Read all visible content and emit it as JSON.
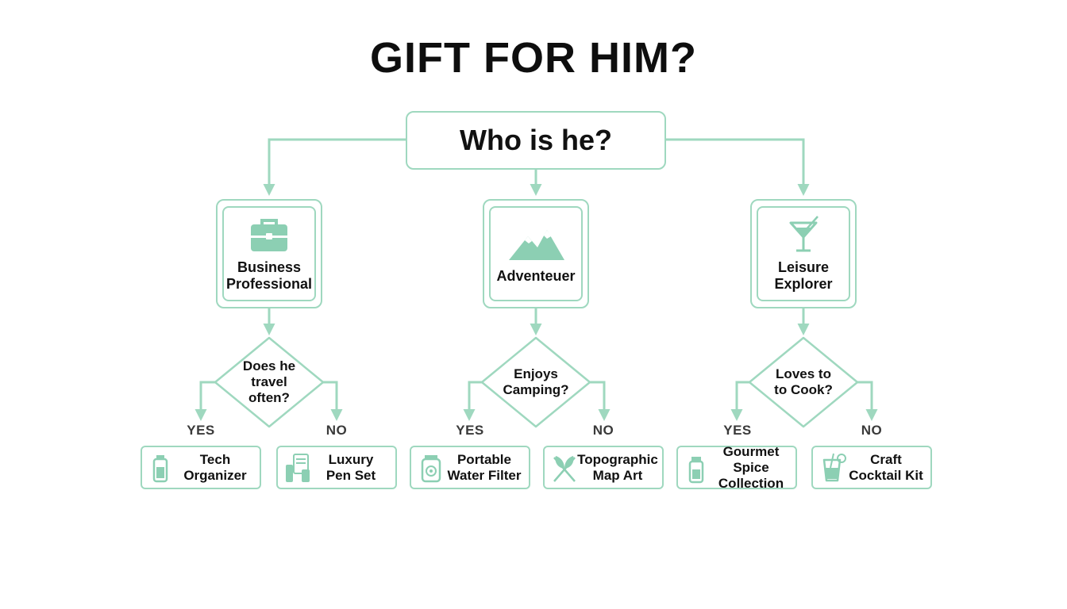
{
  "title": "GIFT FOR HIM?",
  "root": {
    "label": "Who is he?"
  },
  "categories": [
    {
      "label": "Business\nProfessional",
      "icon": "briefcase-icon",
      "question": "Does he\ntravel\noften?",
      "yes_label": "YES",
      "no_label": "NO",
      "yes_gift": {
        "label": "Tech\nOrganizer",
        "icon": "organizer-icon"
      },
      "no_gift": {
        "label": "Luxury\nPen Set",
        "icon": "pen-set-icon"
      }
    },
    {
      "label": "Adventeuer",
      "icon": "mountain-icon",
      "question": "Enjoys\nCamping?",
      "yes_label": "YES",
      "no_label": "NO",
      "yes_gift": {
        "label": "Portable\nWater Filter",
        "icon": "water-filter-icon"
      },
      "no_gift": {
        "label": "Topographic\nMap Art",
        "icon": "map-art-icon"
      }
    },
    {
      "label": "Leisure\nExplorer",
      "icon": "cocktail-glass-icon",
      "question": "Loves to\nto Cook?",
      "yes_label": "YES",
      "no_label": "NO",
      "yes_gift": {
        "label": "Gourmet Spice\nCollection",
        "icon": "spice-jar-icon"
      },
      "no_gift": {
        "label": "Craft\nCocktail Kit",
        "icon": "cocktail-kit-icon"
      }
    }
  ],
  "colors": {
    "accent": "#9fd8bf",
    "icon": "#8ccfb3",
    "text": "#111111"
  }
}
